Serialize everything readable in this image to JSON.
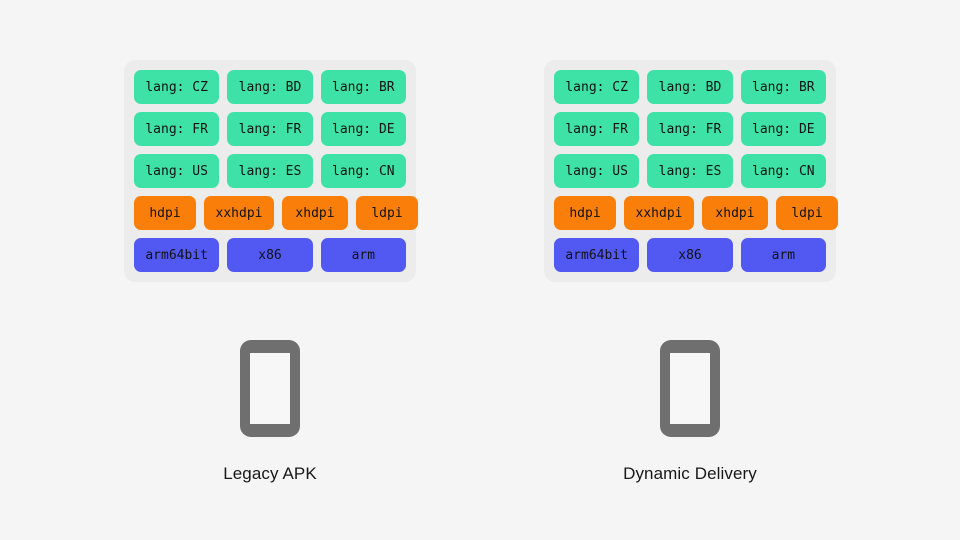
{
  "theme": {
    "page_background": "#f5f5f5",
    "panel_background": "#ececec",
    "lang_chip_color": "#3ee2a6",
    "dpi_chip_color": "#f97f0a",
    "abi_chip_color": "#5259f2",
    "chip_text_color": "#121212",
    "phone_color": "#6f6f6f",
    "phone_screen_color": "#f7f7f7",
    "caption_color": "#181818"
  },
  "columns": [
    {
      "id": "legacy-apk",
      "caption": "Legacy APK",
      "device_icon": "phone-icon",
      "rows": [
        {
          "kind": "lang",
          "chips": [
            "lang: CZ",
            "lang: BD",
            "lang: BR"
          ]
        },
        {
          "kind": "lang",
          "chips": [
            "lang: FR",
            "lang: FR",
            "lang: DE"
          ]
        },
        {
          "kind": "lang",
          "chips": [
            "lang: US",
            "lang: ES",
            "lang: CN"
          ]
        },
        {
          "kind": "dpi",
          "chips": [
            "hdpi",
            "xxhdpi",
            "xhdpi",
            "ldpi"
          ]
        },
        {
          "kind": "abi",
          "chips": [
            "arm64bit",
            "x86",
            "arm"
          ]
        }
      ]
    },
    {
      "id": "dynamic-delivery",
      "caption": "Dynamic Delivery",
      "device_icon": "phone-icon",
      "rows": [
        {
          "kind": "lang",
          "chips": [
            "lang: CZ",
            "lang: BD",
            "lang: BR"
          ]
        },
        {
          "kind": "lang",
          "chips": [
            "lang: FR",
            "lang: FR",
            "lang: DE"
          ]
        },
        {
          "kind": "lang",
          "chips": [
            "lang: US",
            "lang: ES",
            "lang: CN"
          ]
        },
        {
          "kind": "dpi",
          "chips": [
            "hdpi",
            "xxhdpi",
            "xhdpi",
            "ldpi"
          ]
        },
        {
          "kind": "abi",
          "chips": [
            "arm64bit",
            "x86",
            "arm"
          ]
        }
      ]
    }
  ]
}
